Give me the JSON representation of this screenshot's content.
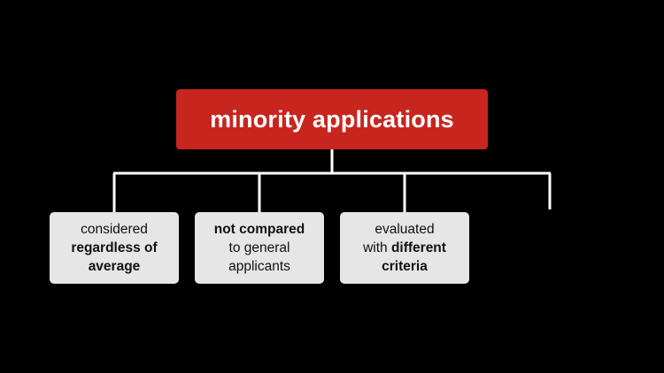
{
  "colors": {
    "background": "#000000",
    "root_fill": "#c8251f",
    "child_fill": "#e6e6e6",
    "connector": "#ffffff"
  },
  "root": {
    "label": "minority applications"
  },
  "children": [
    {
      "lines": [
        [
          {
            "text": "considered",
            "bold": false
          }
        ],
        [
          {
            "text": "regardless of",
            "bold": true
          }
        ],
        [
          {
            "text": "average",
            "bold": true
          }
        ]
      ]
    },
    {
      "lines": [
        [
          {
            "text": "not compared",
            "bold": true
          }
        ],
        [
          {
            "text": "to general",
            "bold": false
          }
        ],
        [
          {
            "text": "applicants",
            "bold": false
          }
        ]
      ]
    },
    {
      "lines": [
        [
          {
            "text": "evaluated",
            "bold": false
          }
        ],
        [
          {
            "text": "with ",
            "bold": false
          },
          {
            "text": "different",
            "bold": true
          }
        ],
        [
          {
            "text": "criteria",
            "bold": true
          }
        ]
      ]
    }
  ]
}
